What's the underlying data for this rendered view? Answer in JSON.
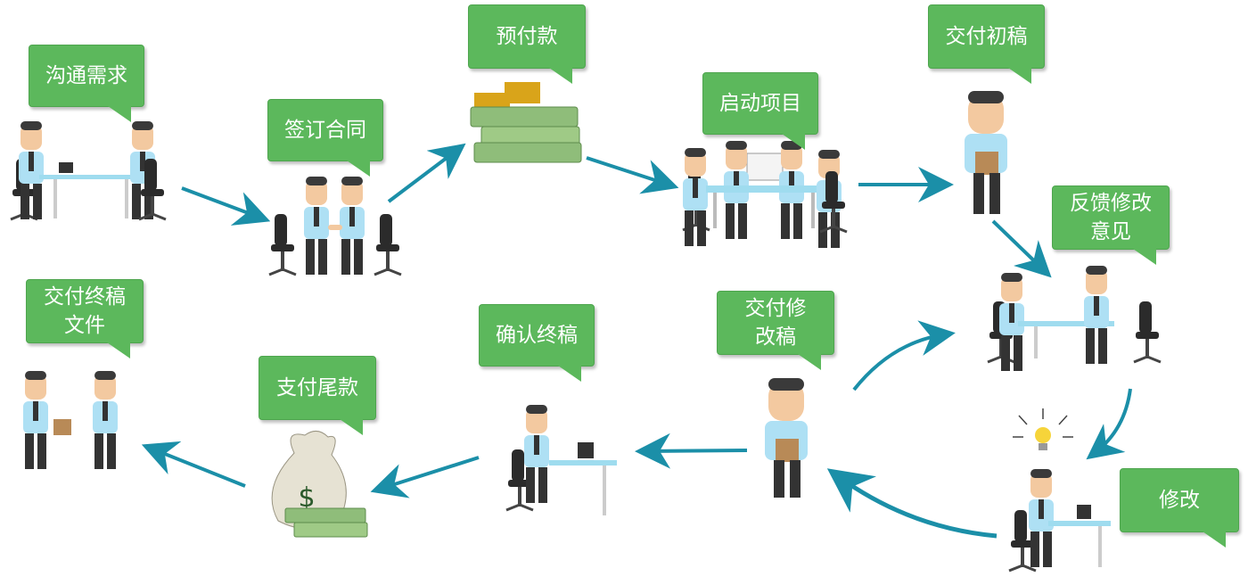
{
  "steps": {
    "s1": {
      "line1": "沟通需求"
    },
    "s2": {
      "line1": "签订合同"
    },
    "s3": {
      "line1": "预付款"
    },
    "s4": {
      "line1": "启动项目"
    },
    "s5": {
      "line1": "交付初稿"
    },
    "s6": {
      "line1": "反馈修改",
      "line2": "意见"
    },
    "s7": {
      "line1": "修改"
    },
    "s8": {
      "line1": "交付修",
      "line2": "改稿"
    },
    "s9": {
      "line1": "确认终稿"
    },
    "s10": {
      "line1": "支付尾款"
    },
    "s11": {
      "line1": "交付终稿",
      "line2": "文件"
    }
  },
  "colors": {
    "bubble": "#5cb85c",
    "arrow": "#1b8fa8",
    "skin": "#f3c9a0",
    "shirt": "#aee0f4",
    "desk": "#9fdcef",
    "money": "#8fbd7a",
    "coin": "#e8b421"
  }
}
